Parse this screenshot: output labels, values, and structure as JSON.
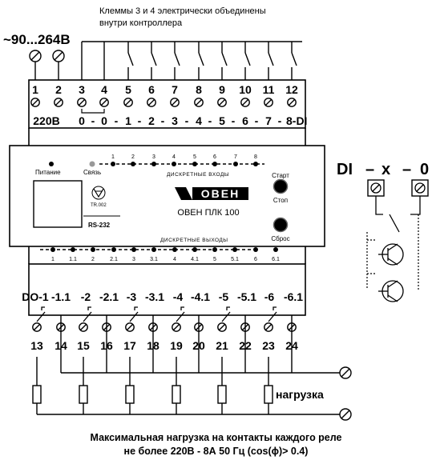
{
  "top_note": [
    "Клеммы 3 и 4 электрически объединены",
    "внутри контроллера"
  ],
  "power_label": "~90...264В",
  "top_terminals": [
    "1",
    "2",
    "3",
    "4",
    "5",
    "6",
    "7",
    "8",
    "9",
    "10",
    "11",
    "12"
  ],
  "top_bottom_labels": {
    "v220": "220В",
    "di_seq": [
      "0",
      "-",
      "0",
      "-",
      "1",
      "-",
      "2",
      "-",
      "3",
      "-",
      "4",
      "-",
      "5",
      "-",
      "6",
      "-",
      "7",
      "-",
      "8-DI"
    ]
  },
  "panel": {
    "inputs_numbers": [
      "1",
      "2",
      "3",
      "4",
      "5",
      "6",
      "7",
      "8"
    ],
    "inputs_label": "ДИСКРЕТНЫЕ ВХОДЫ",
    "power_led": "Питание",
    "link_led": "Связь",
    "cert": "TR.002",
    "rs232": "RS-232",
    "brand": "ОВЕН",
    "model": "ОВЕН ПЛК 100",
    "start": "Старт",
    "stop": "Стоп",
    "reset": "Сброс",
    "outputs_label": "ДИСКРЕТНЫЕ ВЫХОДЫ",
    "outputs_numbers": [
      "1",
      "1.1",
      "2",
      "2.1",
      "3",
      "3.1",
      "4",
      "4.1",
      "5",
      "5.1",
      "6",
      "6.1"
    ]
  },
  "do_labels": [
    "DO-1",
    "-1.1",
    "-2",
    "-2.1",
    "-3",
    "-3.1",
    "-4",
    "-4.1",
    "-5",
    "-5.1",
    "-6",
    "-6.1"
  ],
  "bottom_terminals": [
    "13",
    "14",
    "15",
    "16",
    "17",
    "18",
    "19",
    "20",
    "21",
    "22",
    "23",
    "24"
  ],
  "load_label": "нагрузка",
  "di_header": [
    "DI",
    "–",
    "x",
    "–",
    "0"
  ],
  "caption": [
    "Максимальная нагрузка на контакты каждого реле",
    "не более 220В - 8А 50 Гц (cos(ϕ)> 0.4)"
  ]
}
